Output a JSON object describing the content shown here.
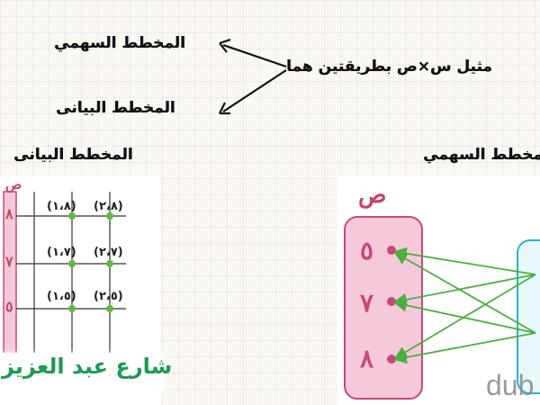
{
  "statement": "مثيل س×ص بطريقتين هما",
  "headings": {
    "arrow_diagram": "المخطط السهمي",
    "graph": "المخطط البيانى",
    "graph_title": "المخطط البيانى",
    "arrow_title": "مخطط السهمي"
  },
  "graph": {
    "y_label": "ص",
    "y_values": [
      "٨",
      "٧",
      "٥"
    ],
    "rows": [
      [
        "(١،٨)",
        "(٢،٨)"
      ],
      [
        "(١،٧)",
        "(٢،٧)"
      ],
      [
        "(١،٥)",
        "(٢،٥)"
      ]
    ]
  },
  "arrow": {
    "set_label": "ص",
    "set_values": [
      "٥",
      "٧",
      "٨"
    ]
  },
  "author": "شارع عبد العزيز",
  "watermark": "dub",
  "colors": {
    "pink_fill": "#f6c9da",
    "pink_border": "#c8487a",
    "point": "#5fb84a",
    "arrow_green": "#4cae3f",
    "cyan_border": "#2bb3c7",
    "author_green": "#1e9a52"
  }
}
